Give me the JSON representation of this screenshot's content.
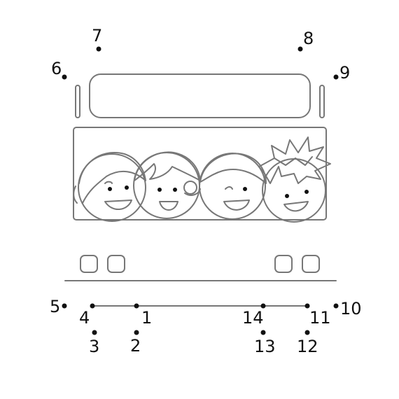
{
  "worksheet": {
    "points": [
      {
        "label": "1"
      },
      {
        "label": "2"
      },
      {
        "label": "3"
      },
      {
        "label": "4"
      },
      {
        "label": "5"
      },
      {
        "label": "6"
      },
      {
        "label": "7"
      },
      {
        "label": "8"
      },
      {
        "label": "9"
      },
      {
        "label": "10"
      },
      {
        "label": "11"
      },
      {
        "label": "12"
      },
      {
        "label": "13"
      },
      {
        "label": "14"
      }
    ],
    "colors": {
      "line": "#777777",
      "dot": "#111111",
      "background": "#ffffff"
    },
    "icons": [
      "bus-outline-illustration",
      "child-face-icon"
    ]
  }
}
